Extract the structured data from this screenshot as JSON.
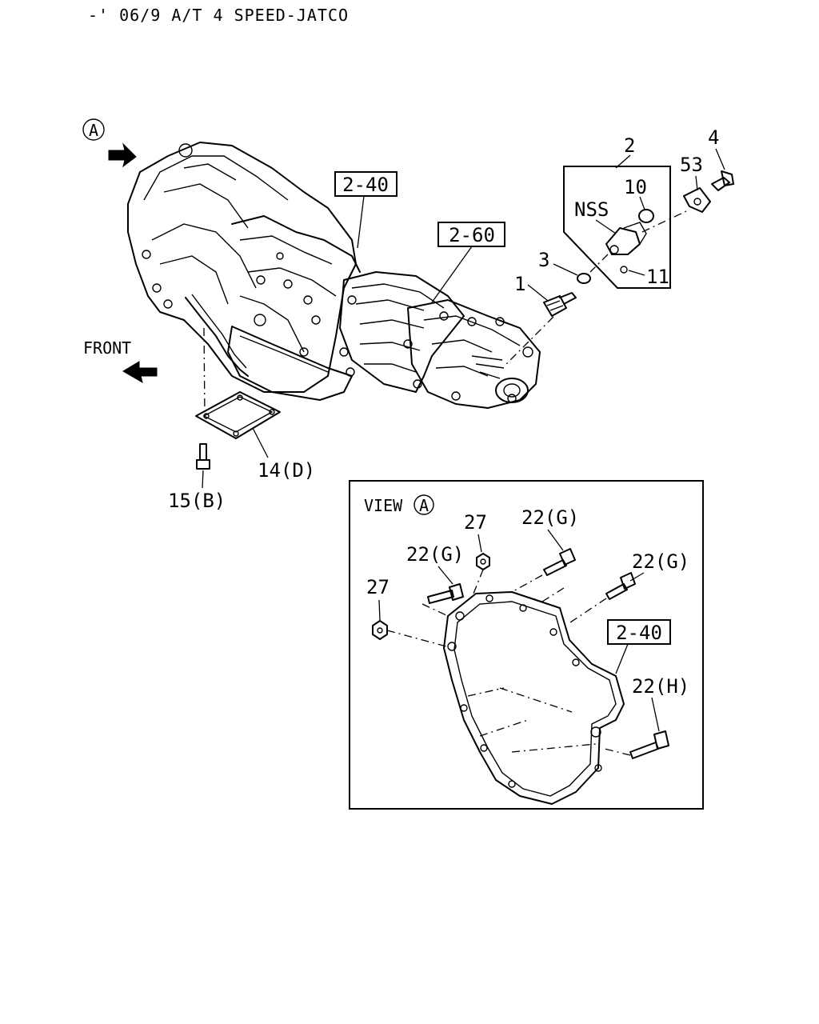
{
  "header": {
    "title": "-' 06/9 A/T 4 SPEED-JATCO"
  },
  "view_marker": {
    "symbol": "A",
    "caption": "VIEW"
  },
  "front_label": "FRONT",
  "callouts": {
    "ref_2_40_main": "2-40",
    "ref_2_60": "2-60",
    "ref_2_40_view": "2-40",
    "p2": "2",
    "p4": "4",
    "p53": "53",
    "p10": "10",
    "nss": "NSS",
    "p3": "3",
    "p11": "11",
    "p1": "1",
    "p14": "14(D)",
    "p15": "15(B)",
    "p27a": "27",
    "p27b": "27",
    "p22a": "22(G)",
    "p22b": "22(G)",
    "p22c": "22(G)",
    "p22h": "22(H)"
  }
}
